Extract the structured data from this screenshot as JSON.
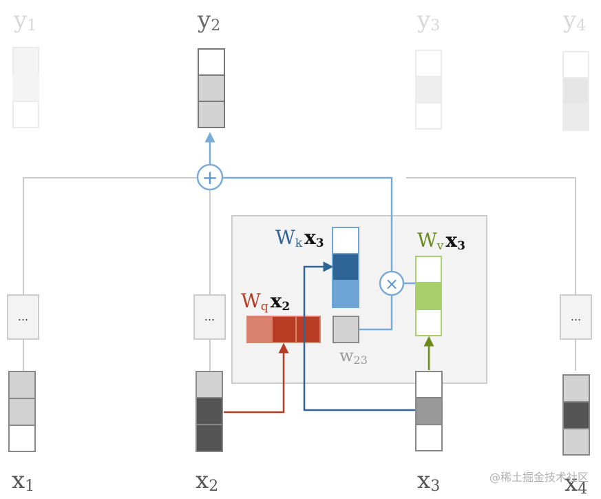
{
  "outputs": {
    "y1": {
      "base": "y",
      "sub": "1"
    },
    "y2": {
      "base": "y",
      "sub": "2"
    },
    "y3": {
      "base": "y",
      "sub": "3"
    },
    "y4": {
      "base": "y",
      "sub": "4"
    }
  },
  "inputs": {
    "x1": {
      "base": "x",
      "sub": "1"
    },
    "x2": {
      "base": "x",
      "sub": "2"
    },
    "x3": {
      "base": "x",
      "sub": "3"
    },
    "x4": {
      "base": "x",
      "sub": "4"
    }
  },
  "projections": {
    "key": {
      "w": "W",
      "sub": "k",
      "x": "x",
      "xsub": "3"
    },
    "query": {
      "w": "W",
      "sub": "q",
      "x": "x",
      "xsub": "2"
    },
    "value": {
      "w": "W",
      "sub": "v",
      "x": "x",
      "xsub": "3"
    }
  },
  "weight": {
    "base": "w",
    "sub": "23"
  },
  "ellipsis": "...",
  "operators": {
    "sum": "+",
    "product": "×"
  },
  "watermark": "@稀土掘金技术社区",
  "colors": {
    "query": "#b83c24",
    "key": "#2e6496",
    "value": "#6b8a1c",
    "sum_line": "#7aaad6",
    "gray_line": "#cccccc"
  }
}
